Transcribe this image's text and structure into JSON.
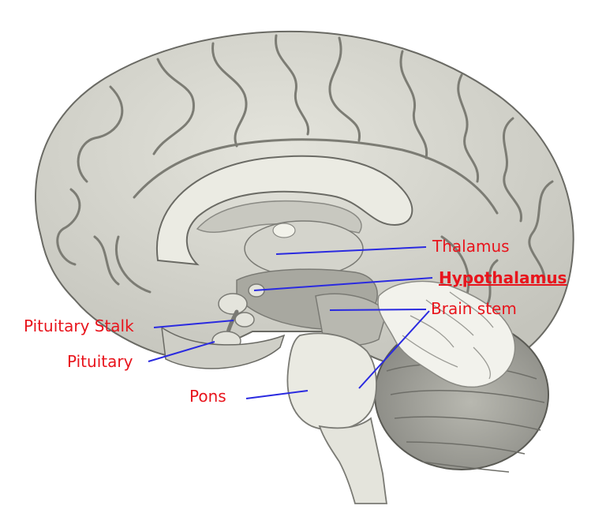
{
  "colors": {
    "label": "#e8141c",
    "leader": "#2a2ae0",
    "tissue": "#d8d8d0",
    "tissue_light": "#e8e8e0",
    "tissue_shadow": "#a4a49c",
    "outline": "#5a5a54",
    "background": "#ffffff"
  },
  "labels": {
    "thalamus": "Thalamus",
    "hypothalamus": "Hypothalamus",
    "brain_stem": "Brain stem",
    "pituitary_stalk": "Pituitary Stalk",
    "pituitary": "Pituitary",
    "pons": "Pons"
  },
  "highlighted": "hypothalamus"
}
